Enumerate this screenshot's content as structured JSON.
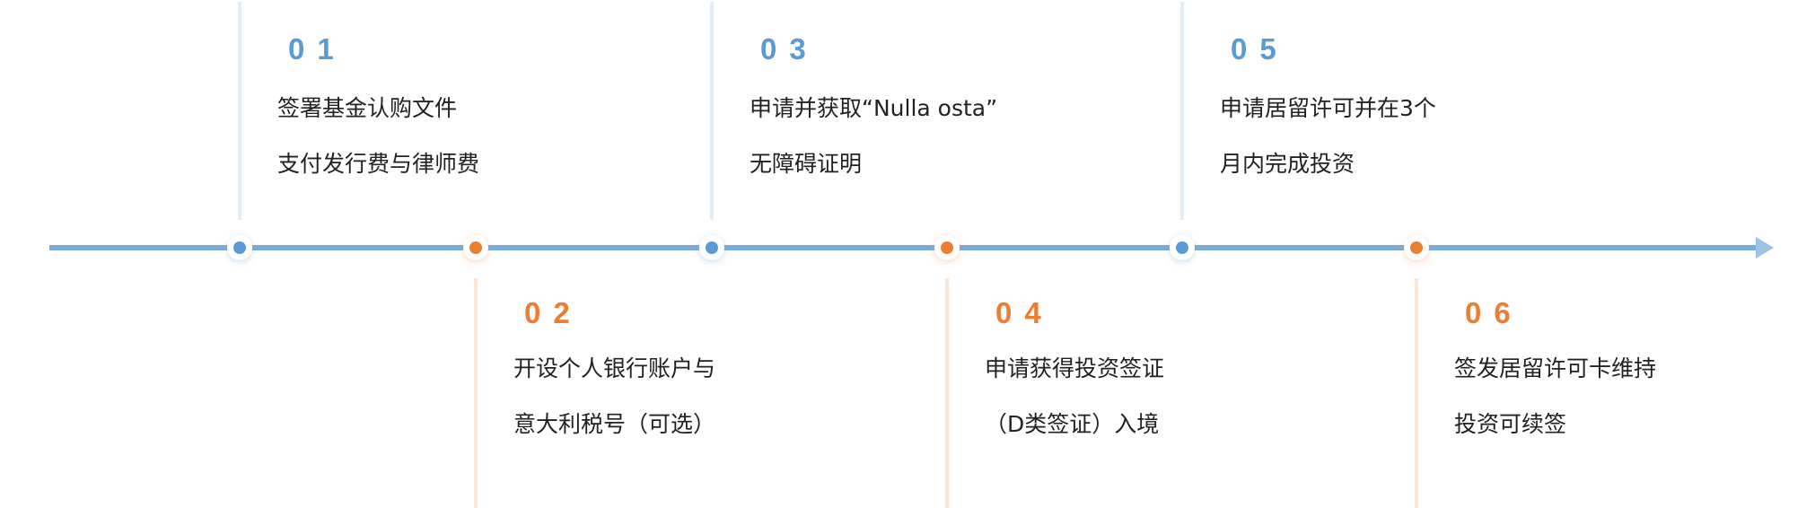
{
  "colors": {
    "blue": "#5b9bd5",
    "orange": "#ed7d31",
    "axis": "#7aaadb"
  },
  "steps": [
    {
      "number": "01",
      "lines": [
        "签署基金认购文件",
        "支付发行费与律师费"
      ]
    },
    {
      "number": "02",
      "lines": [
        "开设个人银行账户与",
        "意大利税号（可选）"
      ]
    },
    {
      "number": "03",
      "lines": [
        "申请并获取“Nulla osta”",
        "无障碍证明"
      ]
    },
    {
      "number": "04",
      "lines": [
        "申请获得投资签证",
        "（D类签证）入境"
      ]
    },
    {
      "number": "05",
      "lines": [
        "申请居留许可并在3个",
        "月内完成投资"
      ]
    },
    {
      "number": "06",
      "lines": [
        "签发居留许可卡维持",
        "投资可续签"
      ]
    }
  ]
}
